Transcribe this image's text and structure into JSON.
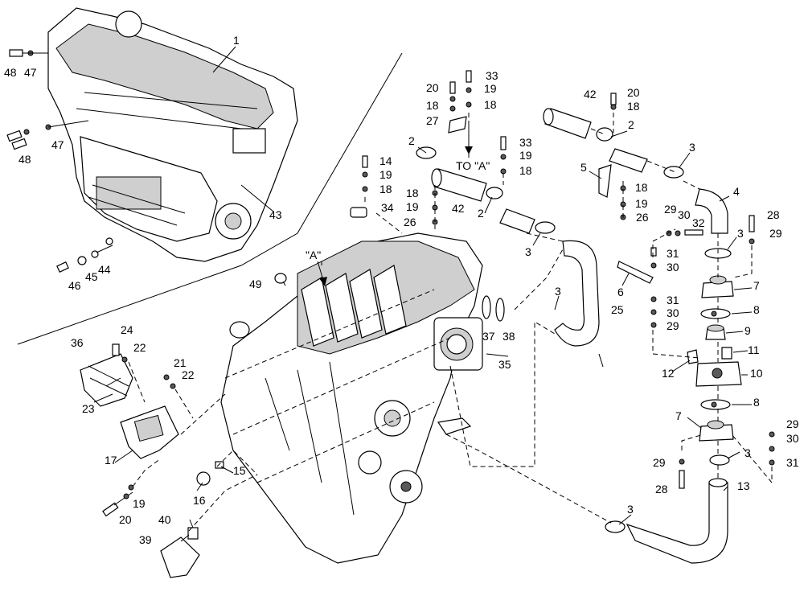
{
  "callouts": [
    {
      "id": "c1",
      "text": "1"
    },
    {
      "id": "c2a",
      "text": "2"
    },
    {
      "id": "c2b",
      "text": "2"
    },
    {
      "id": "c2c",
      "text": "2"
    },
    {
      "id": "c3a",
      "text": "3"
    },
    {
      "id": "c3b",
      "text": "3"
    },
    {
      "id": "c3c",
      "text": "3"
    },
    {
      "id": "c3d",
      "text": "3"
    },
    {
      "id": "c3e",
      "text": "3"
    },
    {
      "id": "c3f",
      "text": "3"
    },
    {
      "id": "c4",
      "text": "4"
    },
    {
      "id": "c5",
      "text": "5"
    },
    {
      "id": "c6",
      "text": "6"
    },
    {
      "id": "c7a",
      "text": "7"
    },
    {
      "id": "c7b",
      "text": "7"
    },
    {
      "id": "c8a",
      "text": "8"
    },
    {
      "id": "c8b",
      "text": "8"
    },
    {
      "id": "c9",
      "text": "9"
    },
    {
      "id": "c10",
      "text": "10"
    },
    {
      "id": "c11",
      "text": "11"
    },
    {
      "id": "c12",
      "text": "12"
    },
    {
      "id": "c13",
      "text": "13"
    },
    {
      "id": "c14",
      "text": "14"
    },
    {
      "id": "c15",
      "text": "15"
    },
    {
      "id": "c16",
      "text": "16"
    },
    {
      "id": "c17",
      "text": "17"
    },
    {
      "id": "c18a",
      "text": "18"
    },
    {
      "id": "c18b",
      "text": "18"
    },
    {
      "id": "c18c",
      "text": "18"
    },
    {
      "id": "c18d",
      "text": "18"
    },
    {
      "id": "c18e",
      "text": "18"
    },
    {
      "id": "c18f",
      "text": "18"
    },
    {
      "id": "c18g",
      "text": "18"
    },
    {
      "id": "c19a",
      "text": "19"
    },
    {
      "id": "c19b",
      "text": "19"
    },
    {
      "id": "c19c",
      "text": "19"
    },
    {
      "id": "c19d",
      "text": "19"
    },
    {
      "id": "c19e",
      "text": "19"
    },
    {
      "id": "c19f",
      "text": "19"
    },
    {
      "id": "c20a",
      "text": "20"
    },
    {
      "id": "c20b",
      "text": "20"
    },
    {
      "id": "c20c",
      "text": "20"
    },
    {
      "id": "c21",
      "text": "21"
    },
    {
      "id": "c22a",
      "text": "22"
    },
    {
      "id": "c22b",
      "text": "22"
    },
    {
      "id": "c23",
      "text": "23"
    },
    {
      "id": "c24",
      "text": "24"
    },
    {
      "id": "c25",
      "text": "25"
    },
    {
      "id": "c26a",
      "text": "26"
    },
    {
      "id": "c26b",
      "text": "26"
    },
    {
      "id": "c27",
      "text": "27"
    },
    {
      "id": "c28a",
      "text": "28"
    },
    {
      "id": "c28b",
      "text": "28"
    },
    {
      "id": "c29a",
      "text": "29"
    },
    {
      "id": "c29b",
      "text": "29"
    },
    {
      "id": "c29c",
      "text": "29"
    },
    {
      "id": "c29d",
      "text": "29"
    },
    {
      "id": "c29e",
      "text": "29"
    },
    {
      "id": "c30a",
      "text": "30"
    },
    {
      "id": "c30b",
      "text": "30"
    },
    {
      "id": "c30c",
      "text": "30"
    },
    {
      "id": "c30d",
      "text": "30"
    },
    {
      "id": "c31a",
      "text": "31"
    },
    {
      "id": "c31b",
      "text": "31"
    },
    {
      "id": "c31c",
      "text": "31"
    },
    {
      "id": "c32",
      "text": "32"
    },
    {
      "id": "c33a",
      "text": "33"
    },
    {
      "id": "c33b",
      "text": "33"
    },
    {
      "id": "c34",
      "text": "34"
    },
    {
      "id": "c35",
      "text": "35"
    },
    {
      "id": "c36",
      "text": "36"
    },
    {
      "id": "c37",
      "text": "37"
    },
    {
      "id": "c38",
      "text": "38"
    },
    {
      "id": "c39",
      "text": "39"
    },
    {
      "id": "c40",
      "text": "40"
    },
    {
      "id": "c42a",
      "text": "42"
    },
    {
      "id": "c42b",
      "text": "42"
    },
    {
      "id": "c43",
      "text": "43"
    },
    {
      "id": "c44",
      "text": "44"
    },
    {
      "id": "c45",
      "text": "45"
    },
    {
      "id": "c46",
      "text": "46"
    },
    {
      "id": "c47a",
      "text": "47"
    },
    {
      "id": "c47b",
      "text": "47"
    },
    {
      "id": "c48a",
      "text": "48"
    },
    {
      "id": "c48b",
      "text": "48"
    },
    {
      "id": "c49",
      "text": "49"
    }
  ],
  "labels": {
    "to_a": "TO \"A\"",
    "ref_a": "\"A\""
  }
}
